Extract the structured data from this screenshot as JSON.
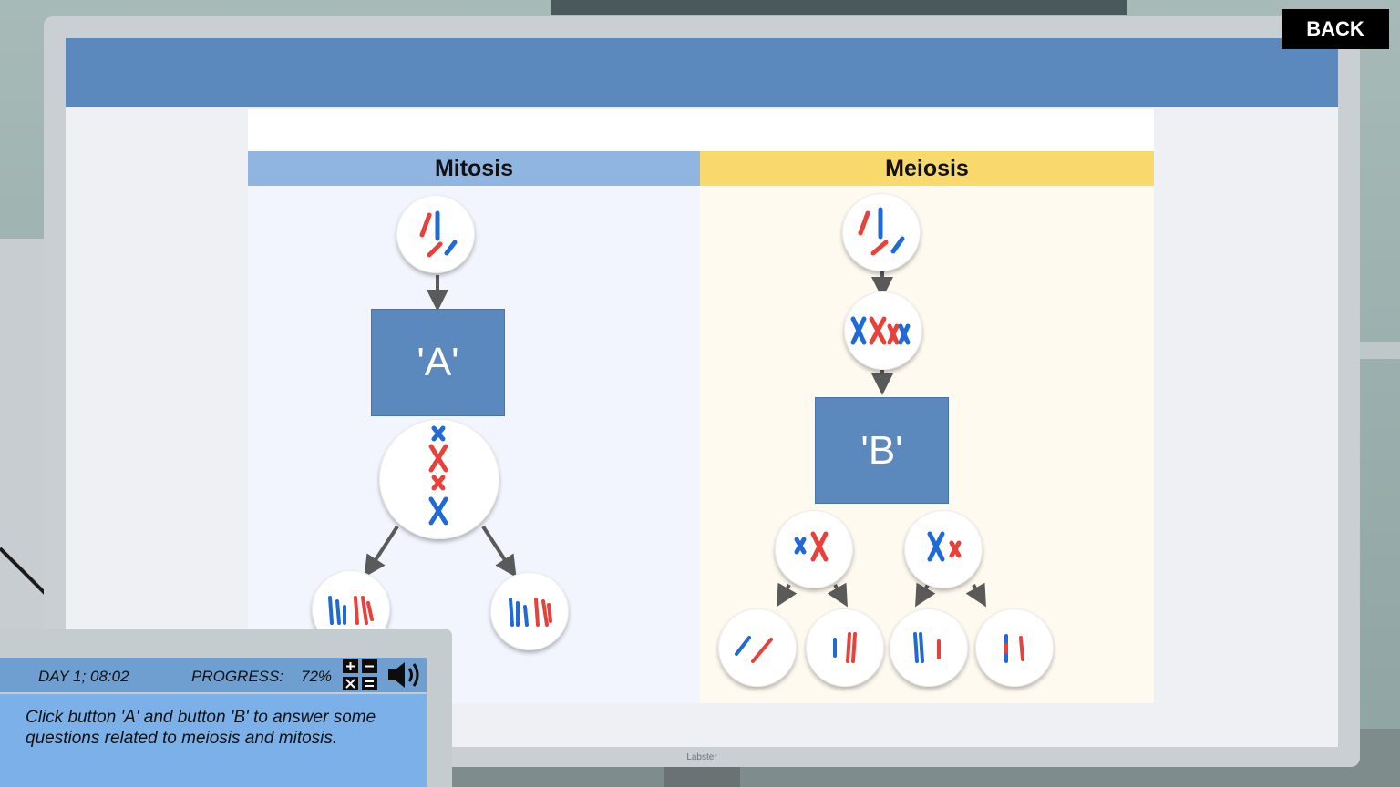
{
  "back_button": {
    "label": "BACK"
  },
  "slide": {
    "mitosis_header": "Mitosis",
    "meiosis_header": "Meiosis",
    "button_a_label": "'A'",
    "button_b_label": "'B'"
  },
  "monitor": {
    "brand": "Labster"
  },
  "hud": {
    "day_time": "DAY 1; 08:02",
    "progress_label": "PROGRESS:",
    "progress_value": "72%",
    "message": "Click button 'A' and button 'B' to answer some questions related to meiosis and mitosis.",
    "icons": {
      "calculator": "calculator-icon",
      "sound": "speaker-icon"
    }
  },
  "colors": {
    "accent_blue": "#5b89bd",
    "mitosis_header": "#8fb5e0",
    "meiosis_header": "#f8d96b",
    "chromosome_red": "#e8403a",
    "chromosome_blue": "#1f6ad6"
  }
}
